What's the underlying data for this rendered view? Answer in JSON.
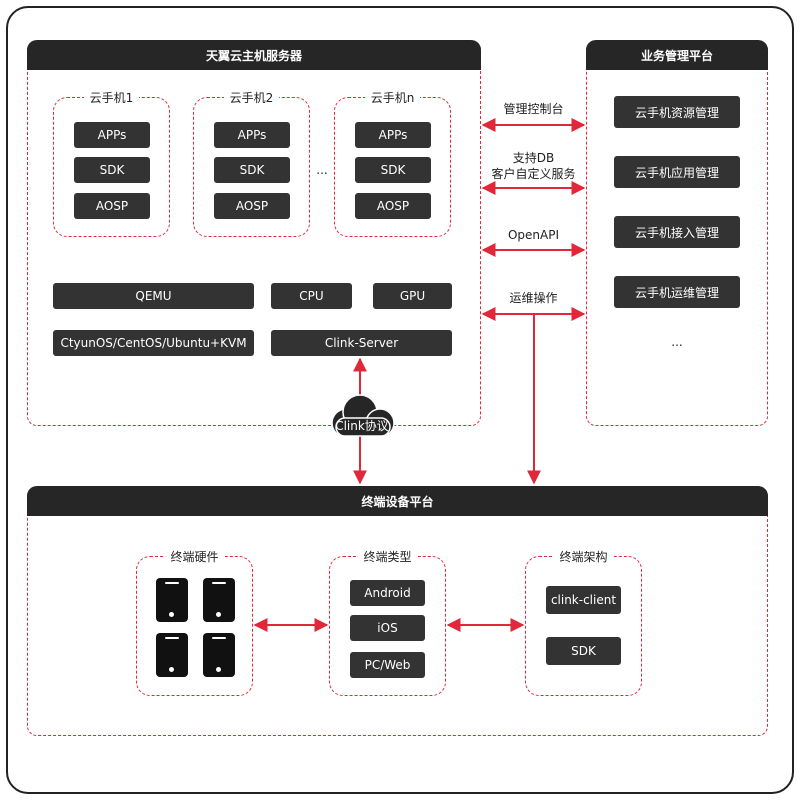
{
  "server": {
    "title": "天翼云主机服务器",
    "phones": [
      {
        "name": "云手机1",
        "apps": "APPs",
        "sdk": "SDK",
        "aosp": "AOSP"
      },
      {
        "name": "云手机2",
        "apps": "APPs",
        "sdk": "SDK",
        "aosp": "AOSP"
      },
      {
        "name": "云手机n",
        "apps": "APPs",
        "sdk": "SDK",
        "aosp": "AOSP"
      }
    ],
    "ellipsis": "...",
    "qemu": "QEMU",
    "cpu": "CPU",
    "gpu": "GPU",
    "os": "CtyunOS/CentOS/Ubuntu+KVM",
    "clink_server": "Clink-Server"
  },
  "platform": {
    "title": "业务管理平台",
    "items": [
      "云手机资源管理",
      "云手机应用管理",
      "云手机接入管理",
      "云手机运维管理"
    ],
    "ellipsis": "..."
  },
  "connections": {
    "console": "管理控制台",
    "db_line1": "支持DB",
    "db_line2": "客户自定义服务",
    "openapi": "OpenAPI",
    "ops": "运维操作",
    "clink_protocol": "Clink协议"
  },
  "terminal": {
    "title": "终端设备平台",
    "hardware_title": "终端硬件",
    "types_title": "终端类型",
    "types": [
      "Android",
      "iOS",
      "PC/Web"
    ],
    "arch_title": "终端架构",
    "arch": [
      "clink-client",
      "SDK"
    ]
  },
  "colors": {
    "accent": "#e0283a",
    "block": "#333333",
    "header": "#262626"
  }
}
